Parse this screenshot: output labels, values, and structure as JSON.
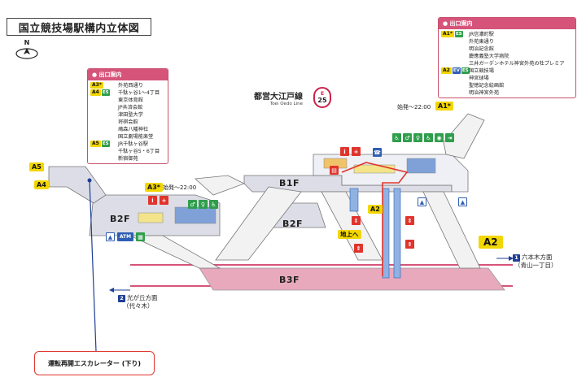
{
  "title": "国立競技場駅構内立体図",
  "compass": {
    "north_label": "N"
  },
  "line": {
    "name": "都営大江戸線",
    "romaji": "Toei Oedo Line",
    "badge_letter": "E",
    "badge_number": "25"
  },
  "exit_panel_left": {
    "heading": "出口案内",
    "rows": [
      {
        "tags": [
          "A3*"
        ],
        "dest": "外苑西通り"
      },
      {
        "tags": [
          "A4",
          "ES"
        ],
        "dest": "千駄ヶ谷1～4丁目"
      },
      {
        "tags": [],
        "dest": "東京体育館"
      },
      {
        "tags": [],
        "dest": "JP共済会館"
      },
      {
        "tags": [],
        "dest": "津田塾大学"
      },
      {
        "tags": [],
        "dest": "将棋会館"
      },
      {
        "tags": [],
        "dest": "鳩森八幡神社"
      },
      {
        "tags": [],
        "dest": "国立劇場能楽堂"
      },
      {
        "tags": [
          "A5",
          "ES"
        ],
        "dest": "JR千駄ヶ谷駅"
      },
      {
        "tags": [],
        "dest": "千駄ヶ谷5・6丁目"
      },
      {
        "tags": [],
        "dest": "新宿御苑"
      }
    ]
  },
  "exit_panel_right": {
    "heading": "出口案内",
    "rows": [
      {
        "tags": [
          "A1*",
          "ES"
        ],
        "dest": "JR信濃町駅"
      },
      {
        "tags": [],
        "dest": "外苑東通り"
      },
      {
        "tags": [],
        "dest": "明治記念館"
      },
      {
        "tags": [],
        "dest": "慶應義塾大学病院"
      },
      {
        "tags": [],
        "dest": "三井ガーデンホテル神宮外苑の杜プレミア"
      },
      {
        "tags": [
          "A2",
          "EV",
          "ES"
        ],
        "dest": "国立競技場"
      },
      {
        "tags": [],
        "dest": "神宮球場"
      },
      {
        "tags": [],
        "dest": "聖徳記念絵画館"
      },
      {
        "tags": [],
        "dest": "明治神宮外苑"
      }
    ]
  },
  "floors": {
    "b1": "B1F",
    "b2_left": "B2F",
    "b2_center": "B2F",
    "b3": "B3F"
  },
  "exits": {
    "a1": "A1*",
    "a2": "A2",
    "a2_big": "A2",
    "a3": "A3*",
    "a4": "A4",
    "a5": "A5"
  },
  "first_train_notes": {
    "a1": "始発～22:00",
    "a3": "始発～22:00"
  },
  "ground_label": "地上へ",
  "directions": {
    "dir1": {
      "num": "1",
      "line1": "六本木方面",
      "line2": "（青山一丁目）"
    },
    "dir2": {
      "num": "2",
      "line1": "光が丘方面",
      "line2": "（代々木）"
    }
  },
  "callout": "運転再開エスカレーター (下り)",
  "icons": {
    "atm": "ATM",
    "accent_pink": "#e89bb2",
    "platform_pink": "#e9a9bd",
    "concourse_grey": "#dcdde6"
  }
}
